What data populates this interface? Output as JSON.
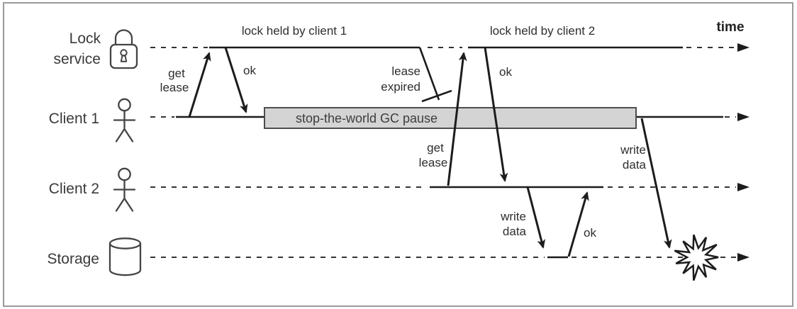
{
  "colors": {
    "line": "#1c1c1c",
    "lane_dash": "#333333",
    "text": "#2e2e2e",
    "lane_label_text": "#3a3a3a",
    "gc_box_fill": "#d4d4d4",
    "gc_box_border": "#4d4d4d",
    "frame_border": "#9a9a9a",
    "starburst_fill": "#ffffff"
  },
  "lanes": [
    {
      "label": [
        "Lock",
        "service"
      ],
      "icon": "padlock-icon"
    },
    {
      "label": [
        "Client 1"
      ],
      "icon": "person-icon"
    },
    {
      "label": [
        "Client 2"
      ],
      "icon": "person-icon"
    },
    {
      "label": [
        "Storage"
      ],
      "icon": "database-cylinder-icon"
    }
  ],
  "annotations": {
    "lock_held_1": "lock held by client 1",
    "lock_held_2": "lock held by client 2",
    "time": "time",
    "gc_pause": "stop-the-world GC pause",
    "lease_expired": [
      "lease",
      "expired"
    ]
  },
  "messages": {
    "get_lease_1": [
      "get",
      "lease"
    ],
    "ok_1": "ok",
    "get_lease_2": [
      "get",
      "lease"
    ],
    "ok_2": "ok",
    "write_data_2": [
      "write",
      "data"
    ],
    "ok_storage": "ok",
    "write_data_1": [
      "write",
      "data"
    ]
  }
}
